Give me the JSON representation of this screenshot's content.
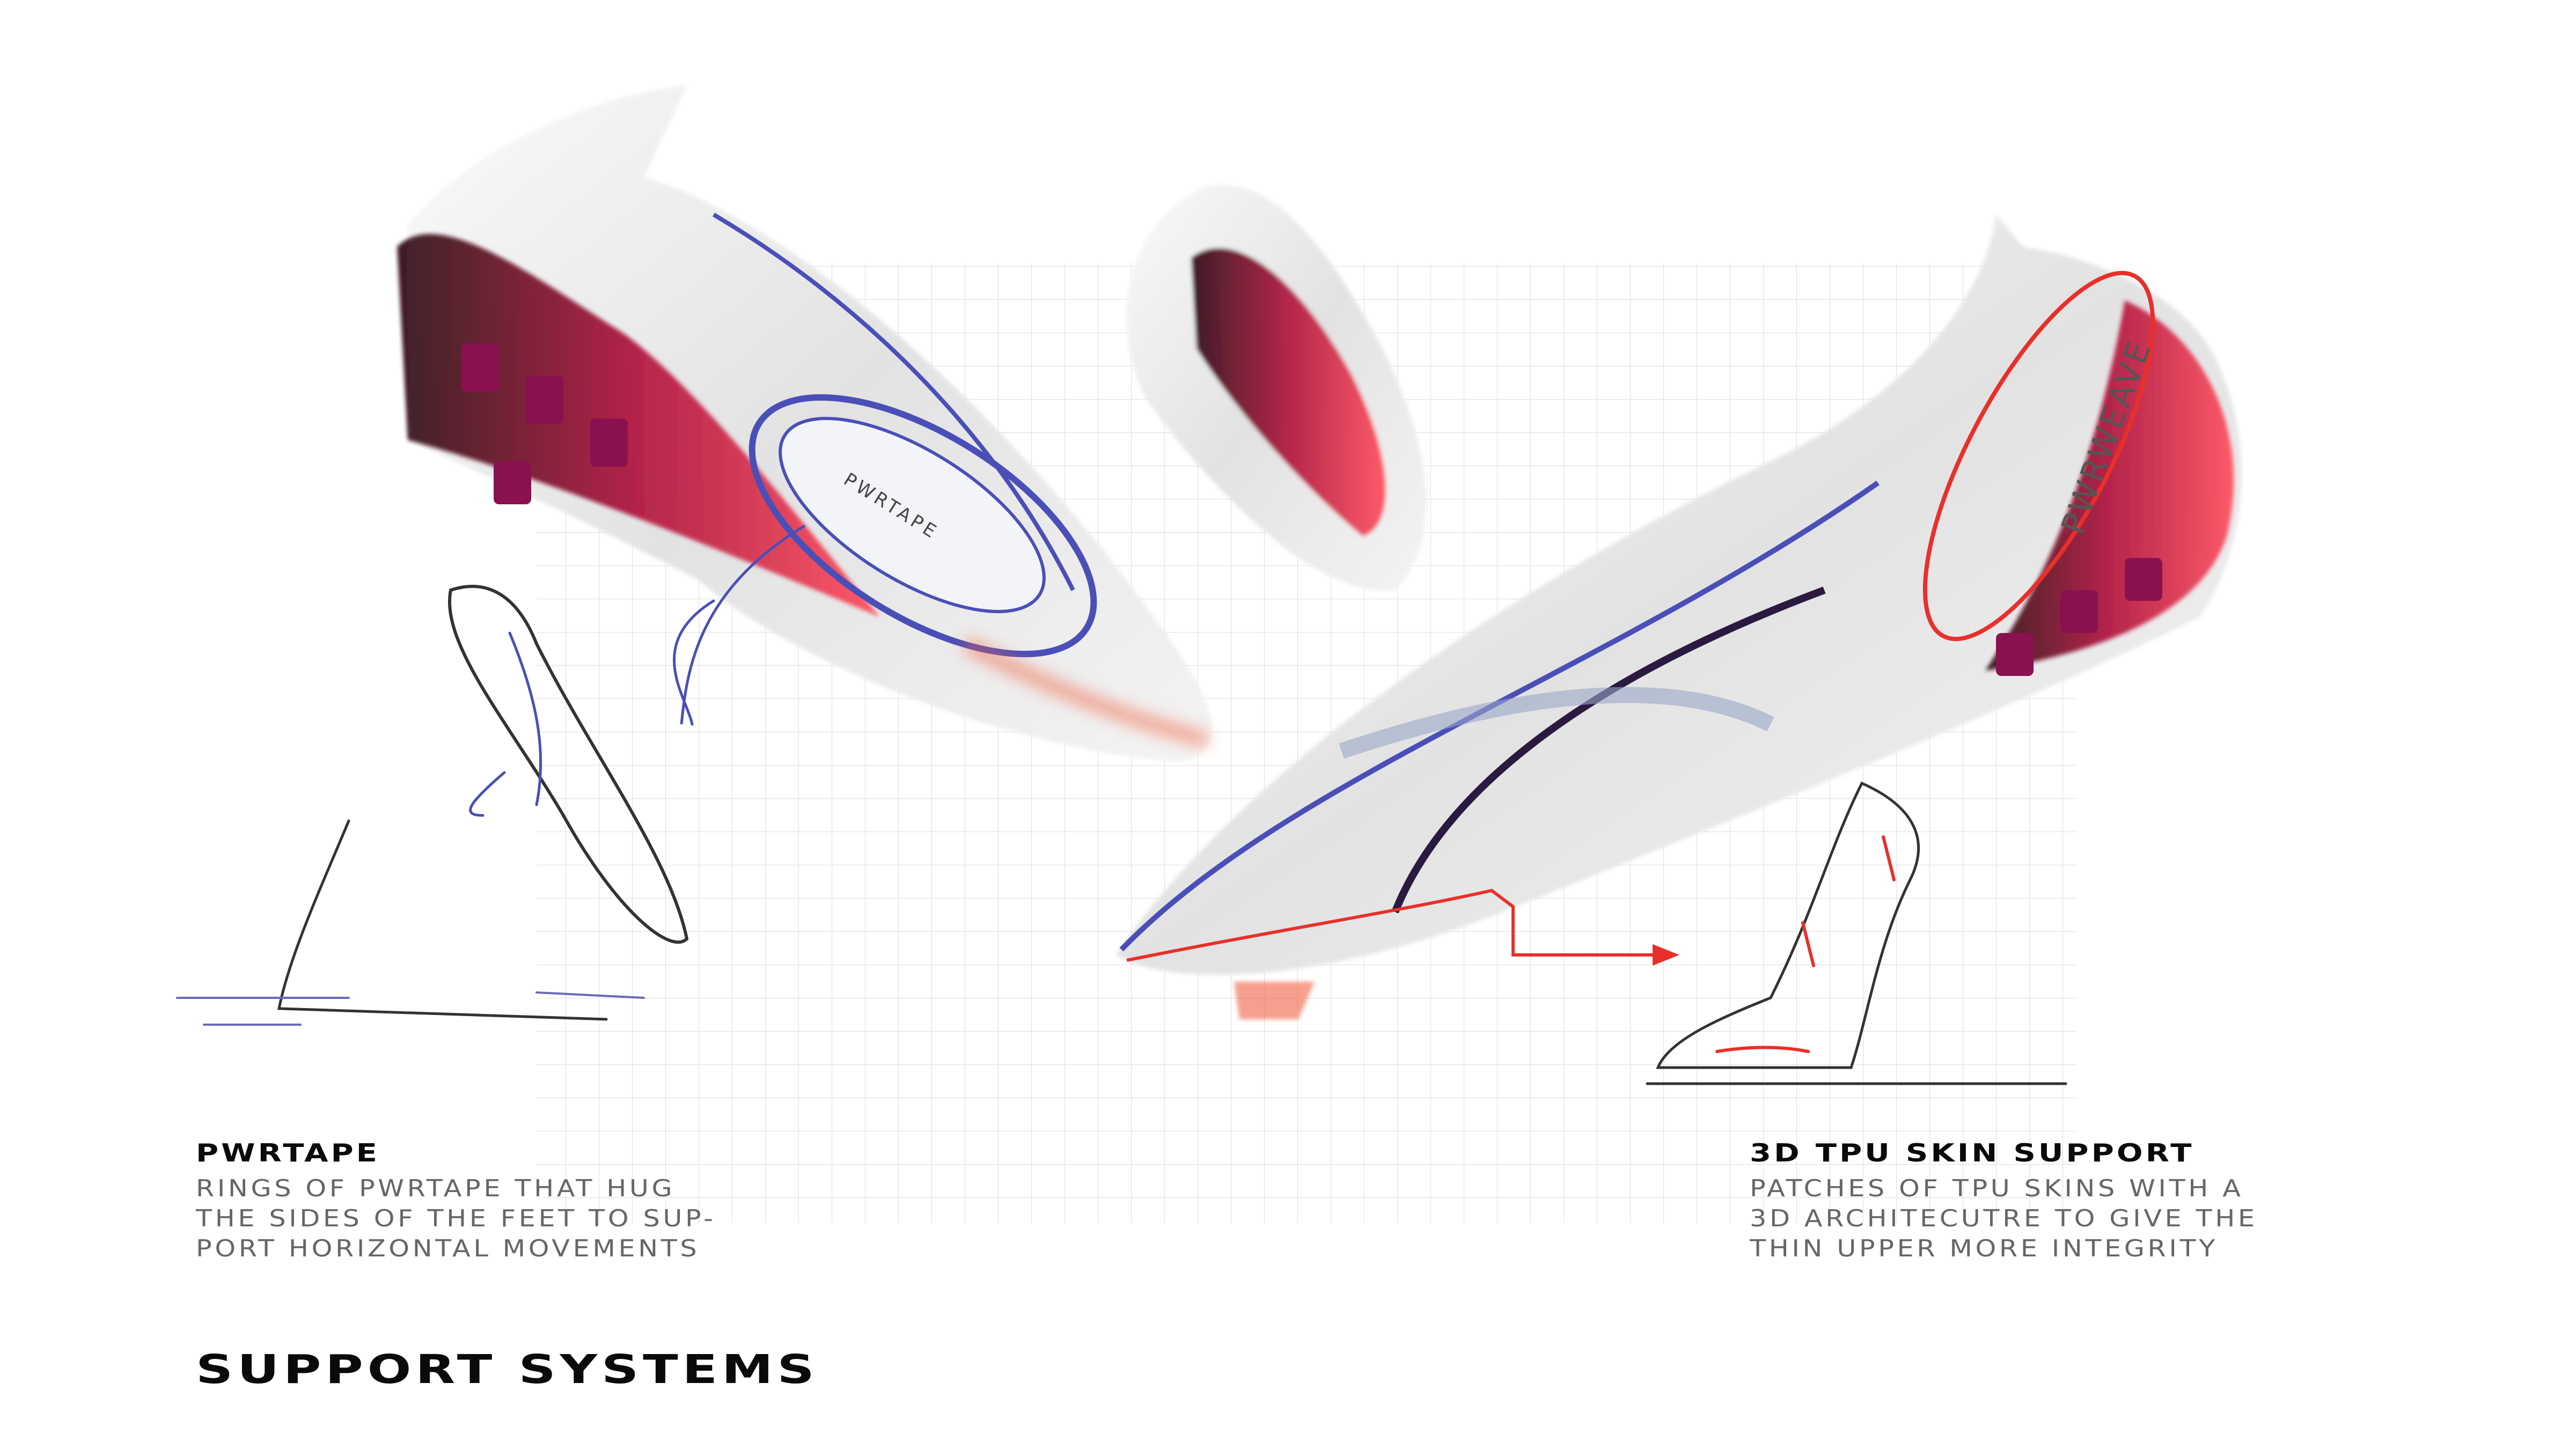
{
  "board": {
    "title": "SUPPORT SYSTEMS",
    "artwork_labels": [
      "PWRTAPE",
      "PWRWEAVE"
    ]
  },
  "features": [
    {
      "heading": "PWRTAPE",
      "lines": [
        "RINGS OF PWRTAPE THAT HUG",
        "THE SIDES OF THE FEET TO SUP-",
        "PORT HORIZONTAL MOVEMENTS"
      ]
    },
    {
      "heading": "3D TPU SKIN SUPPORT",
      "lines": [
        "PATCHES OF TPU SKINS WITH A",
        "3D ARCHITECUTRE TO GIVE THE",
        "THIN UPPER MORE INTEGRITY"
      ]
    }
  ],
  "colors": {
    "accent_blue": "#4a4fb8",
    "accent_red": "#e8302a",
    "heel_dark": "#3a0a14",
    "magenta": "#d0208a"
  }
}
